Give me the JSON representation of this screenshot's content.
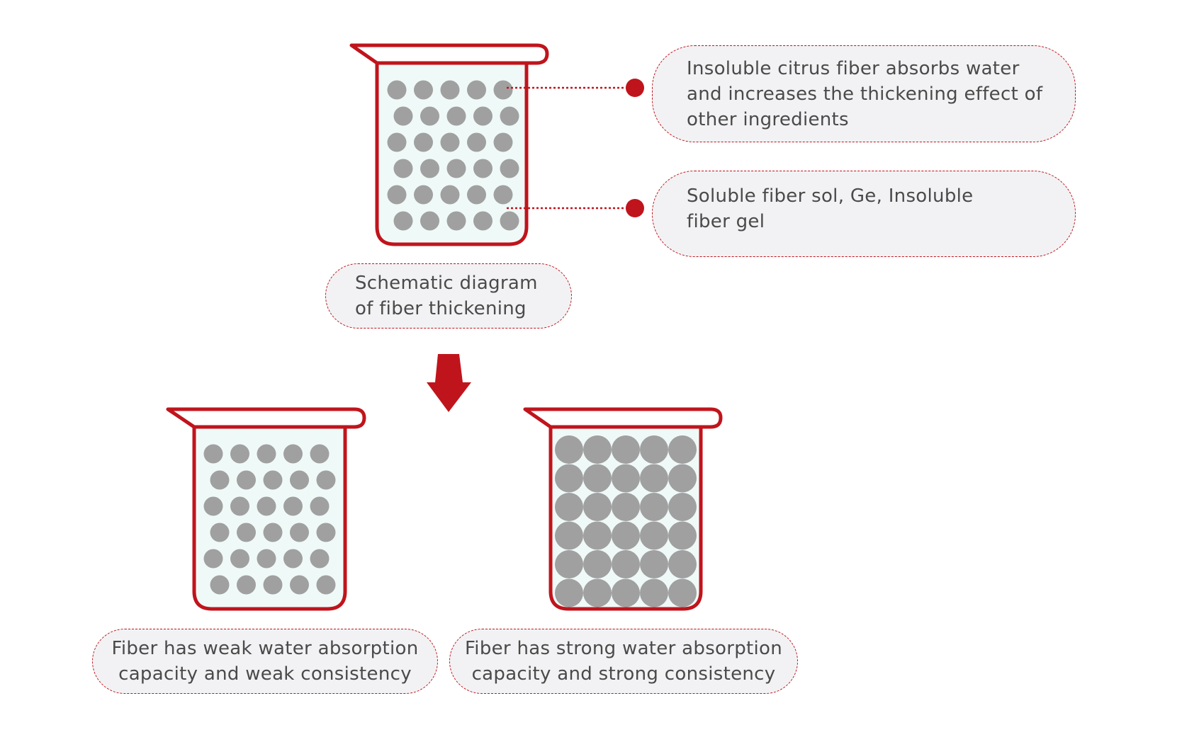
{
  "colors": {
    "beaker_outline": "#c0141c",
    "beaker_fill": "#effaf8",
    "particle": "#a0a0a0",
    "arrow": "#c0141c",
    "bubble_fill": "#f2f2f4",
    "bubble_border": "#c0141c",
    "text": "#4a4a4a"
  },
  "callouts": {
    "insoluble_water": {
      "lines": [
        "Insoluble citrus fiber absorbs water",
        "and increases the thickening effect of",
        "other ingredients"
      ]
    },
    "soluble_gel": {
      "lines": [
        "Soluble fiber sol, Ge,  Insoluble",
        "fiber gel"
      ]
    }
  },
  "captions": {
    "schematic": {
      "lines": [
        "Schematic diagram",
        "of fiber thickening"
      ]
    },
    "weak": {
      "lines": [
        "Fiber has weak water absorption",
        "capacity and weak consistency"
      ]
    },
    "strong": {
      "lines": [
        "Fiber has strong water absorption",
        "capacity and strong consistency"
      ]
    }
  },
  "beakers": {
    "top": {
      "state": "sparse",
      "rows": 6,
      "cols": 5
    },
    "weak": {
      "state": "sparse",
      "rows": 6,
      "cols": 5
    },
    "strong": {
      "state": "dense",
      "rows": 6,
      "cols": 5
    }
  },
  "icons": {
    "arrow": "down-arrow-icon",
    "connector_dot": "dot-icon"
  }
}
